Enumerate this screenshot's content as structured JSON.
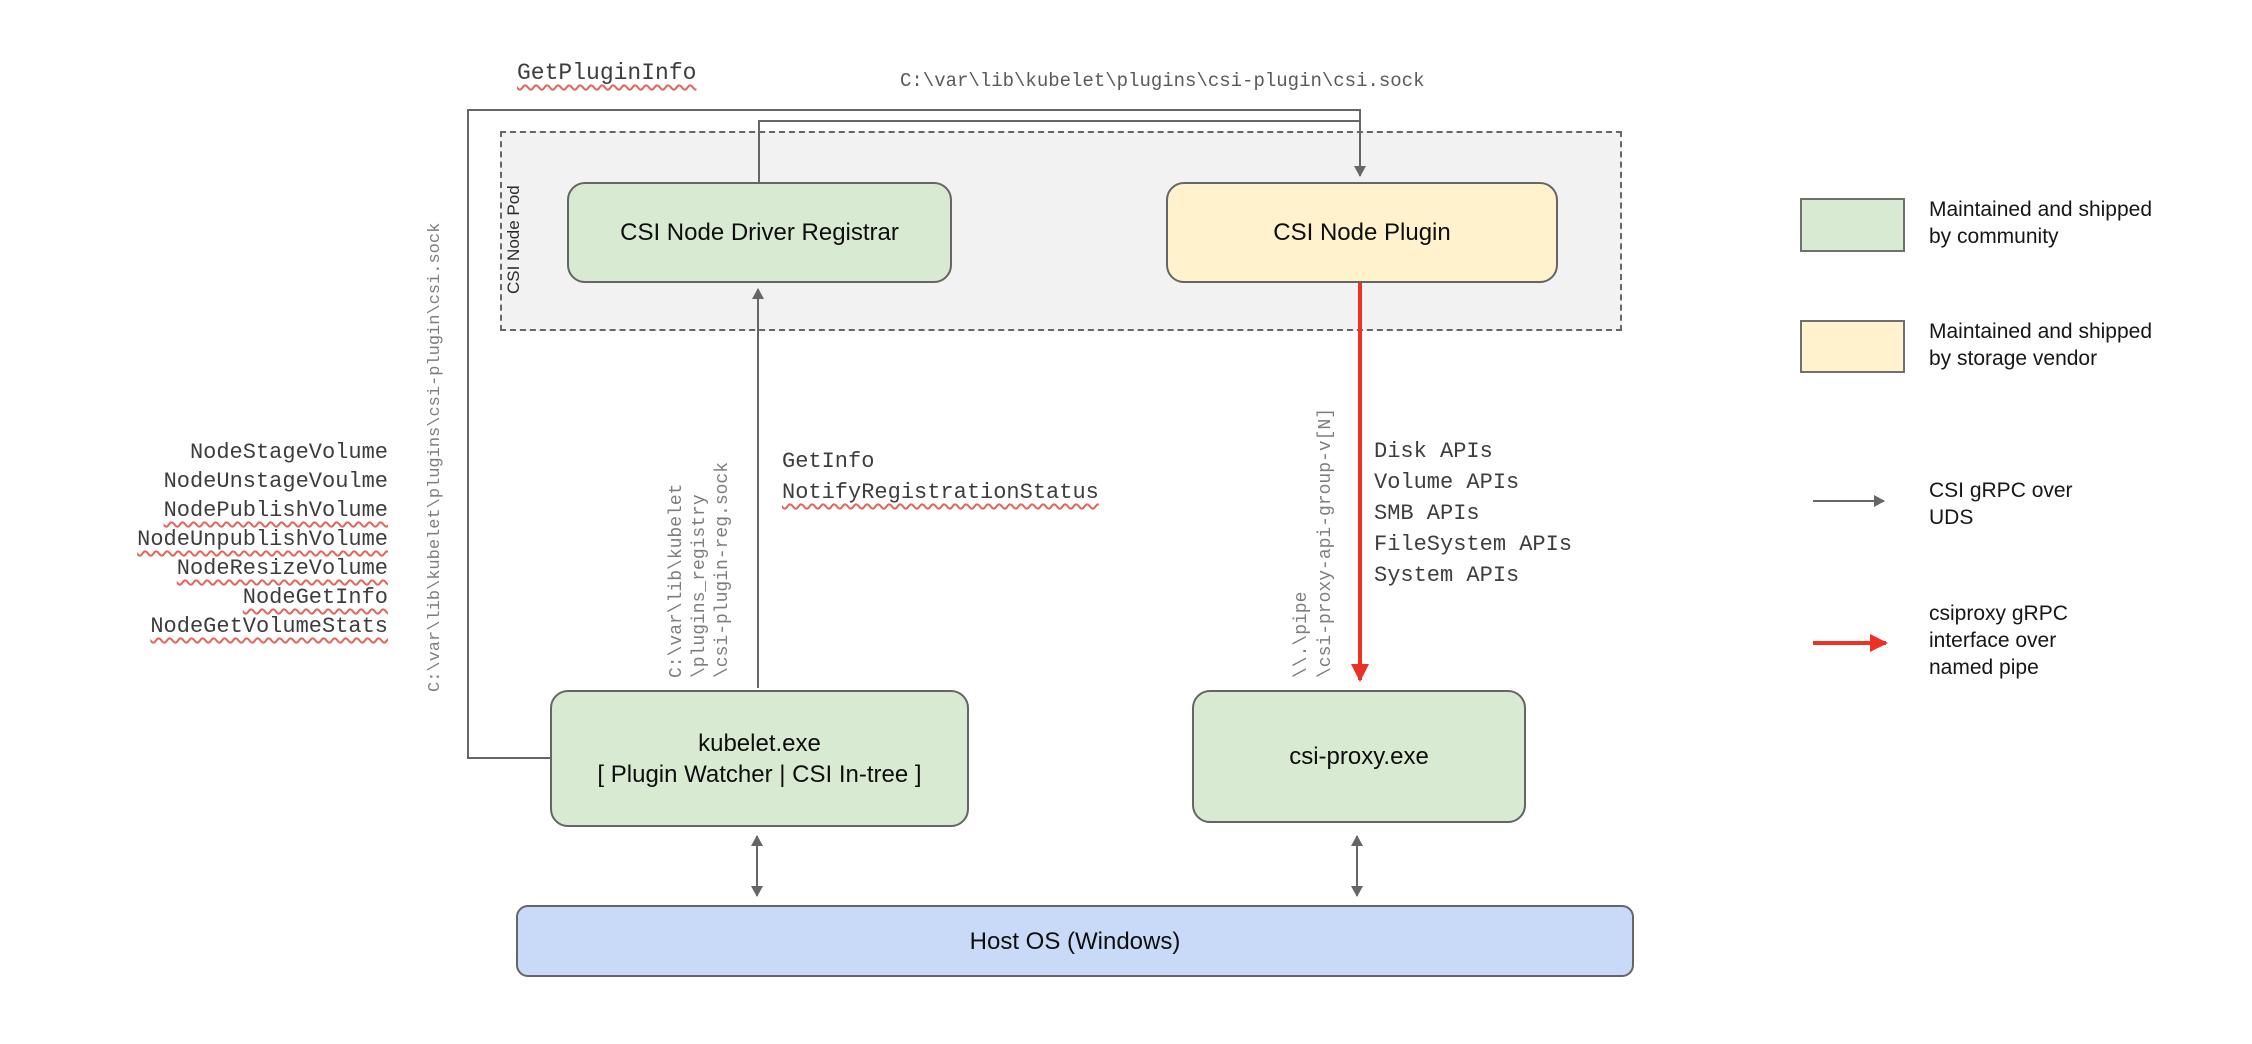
{
  "palette": {
    "community_green": "#d9ead3",
    "vendor_yellow": "#fff2cc",
    "host_blue": "#c9daf8",
    "pod_gray": "#f2f2f2",
    "line_gray": "#666666",
    "pipe_red": "#ed3124",
    "squiggle_red": "#e0665e"
  },
  "pod": {
    "label": "CSI Node Pod"
  },
  "boxes": {
    "registrar": {
      "label": "CSI Node Driver Registrar"
    },
    "plugin": {
      "label": "CSI Node Plugin"
    },
    "kubelet": {
      "line1": "kubelet.exe",
      "line2": "[ Plugin Watcher | CSI In-tree ]"
    },
    "csi_proxy": {
      "label": "csi-proxy.exe"
    },
    "host_os": {
      "label": "Host OS (Windows)"
    }
  },
  "labels": {
    "get_plugin_info": "GetPluginInfo",
    "csi_sock_path_top": "C:\\var\\lib\\kubelet\\plugins\\csi-plugin\\csi.sock",
    "csi_sock_path_side": "C:\\var\\lib\\kubelet\\plugins\\csi-plugin\\csi.sock",
    "registration_path_line1": "C:\\var\\lib\\kubelet",
    "registration_path_line2": "\\plugins_registry",
    "registration_path_line3": "\\csi-plugin-reg.sock",
    "get_info": "GetInfo",
    "notify_registration_status": "NotifyRegistrationStatus",
    "pipe_line1": "\\\\.\\pipe",
    "pipe_line2": "\\csi-proxy-api-group-v[N]"
  },
  "node_apis": [
    "NodeStageVolume",
    "NodeUnstageVoulme",
    "NodePublishVolume",
    "NodeUnpublishVolume",
    "NodeResizeVolume",
    "NodeGetInfo",
    "NodeGetVolumeStats"
  ],
  "proxy_apis": [
    "Disk APIs",
    "Volume APIs",
    "SMB APIs",
    "FileSystem APIs",
    "System APIs"
  ],
  "legend": {
    "community": {
      "line1": "Maintained and shipped",
      "line2": "by community"
    },
    "vendor": {
      "line1": "Maintained and shipped",
      "line2": "by storage vendor"
    },
    "uds": {
      "line1": "CSI gRPC over",
      "line2": "UDS"
    },
    "named_pipe": {
      "line1": "csiproxy gRPC",
      "line2": "interface over",
      "line3": "named pipe"
    }
  }
}
